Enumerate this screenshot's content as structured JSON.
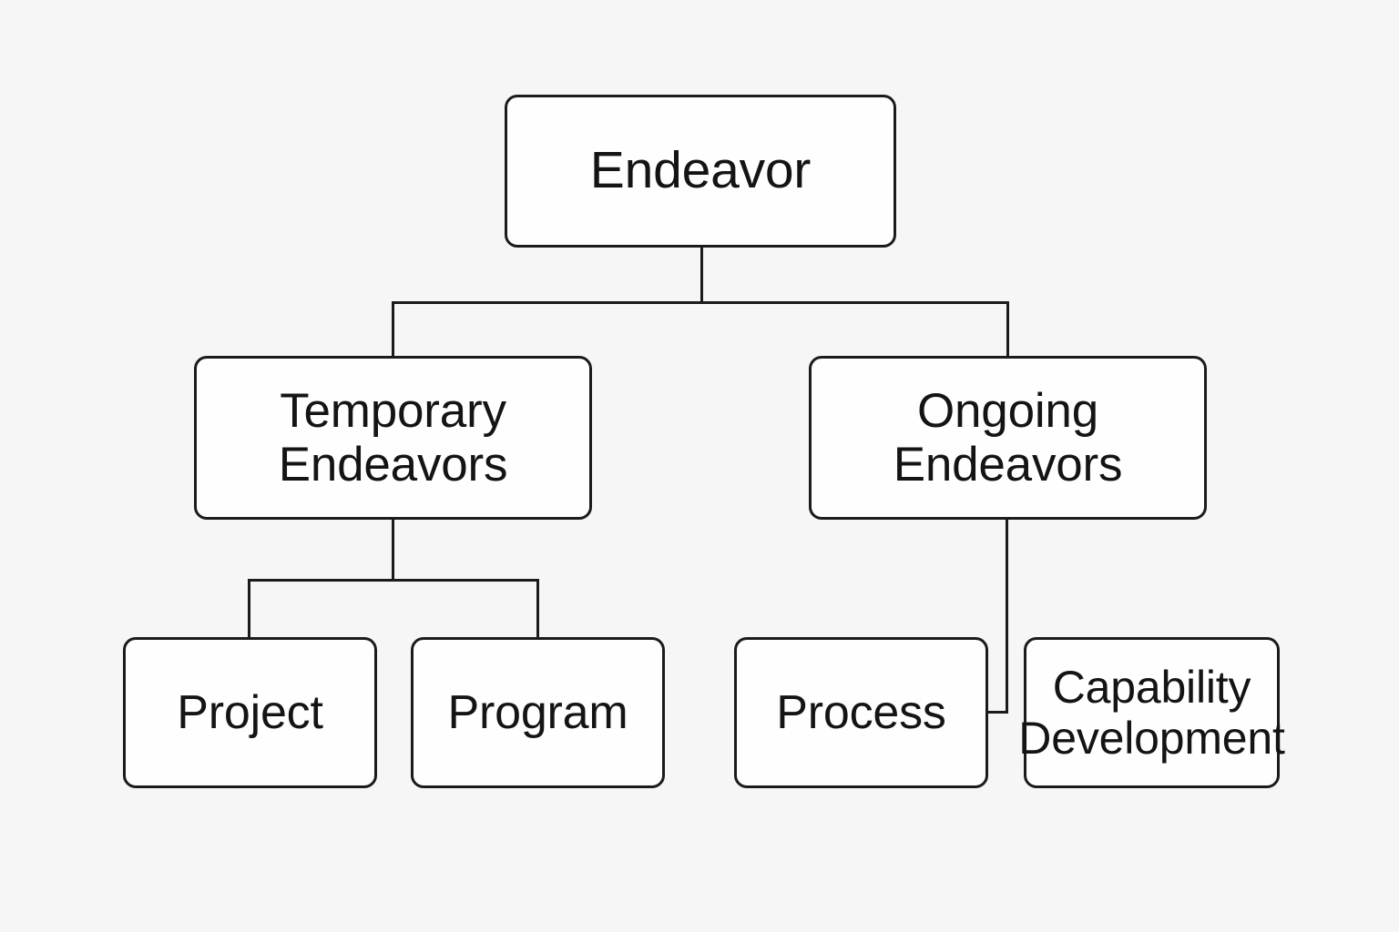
{
  "diagram": {
    "title": "Endeavor",
    "type": "hierarchy-tree",
    "background_color": "#f6f6f6",
    "box_fill_color": "#fefefe",
    "line_color": "#1b1b1b",
    "text_color": "#141414",
    "nodes": {
      "root": {
        "label": "Endeavor",
        "level": 0
      },
      "temporary": {
        "label": "Temporary\nEndeavors",
        "level": 1
      },
      "ongoing": {
        "label": "Ongoing\nEndeavors",
        "level": 1
      },
      "project": {
        "label": "Project",
        "level": 2
      },
      "program": {
        "label": "Program",
        "level": 2
      },
      "process": {
        "label": "Process",
        "level": 2
      },
      "capability": {
        "label": "Capability\nDevelopment",
        "level": 2
      }
    },
    "edges": [
      {
        "from": "root",
        "to": "temporary"
      },
      {
        "from": "root",
        "to": "ongoing"
      },
      {
        "from": "temporary",
        "to": "project"
      },
      {
        "from": "temporary",
        "to": "program"
      },
      {
        "from": "ongoing",
        "to": "process"
      },
      {
        "from": "ongoing",
        "to": "capability"
      }
    ]
  }
}
